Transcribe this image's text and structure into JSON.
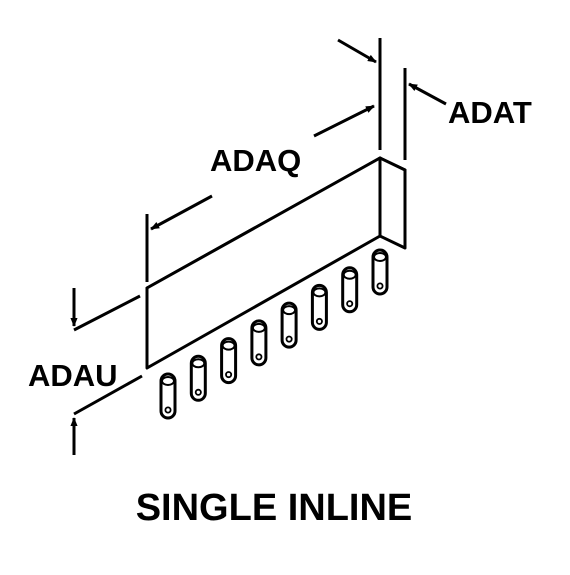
{
  "labels": {
    "adat": "ADAT",
    "adaq": "ADAQ",
    "adau": "ADAU",
    "caption": "SINGLE INLINE"
  },
  "pin_count": 8
}
